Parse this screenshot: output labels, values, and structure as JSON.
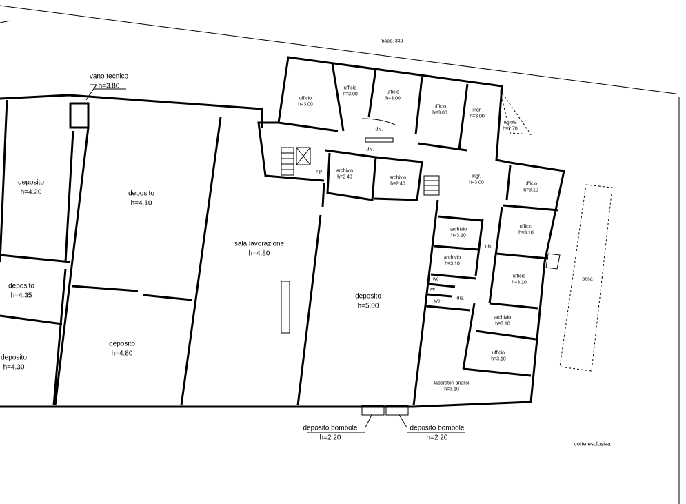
{
  "title": "mapp. 339",
  "rooms": {
    "vano_tecnico": {
      "name": "vano tecnico",
      "h": "h=3.80"
    },
    "deposito_1": {
      "name": "deposito",
      "h": "h=4.20"
    },
    "deposito_2": {
      "name": "deposito",
      "h": "h=4.10"
    },
    "sala_lavorazione": {
      "name": "sala lavorazione",
      "h": "h=4.80"
    },
    "deposito_3": {
      "name": "deposito",
      "h": "h=4.35"
    },
    "deposito_4": {
      "name": "deposito",
      "h": "h=5.00"
    },
    "deposito_5": {
      "name": "deposito",
      "h": "h=4.80"
    },
    "deposito_6": {
      "name": "deposito",
      "h": "h=4.30"
    },
    "ufficio_1": {
      "name": "ufficio",
      "h": "h=3.00"
    },
    "ufficio_2": {
      "name": "ufficio",
      "h": "h=3.00"
    },
    "ufficio_3": {
      "name": "ufficio",
      "h": "h=3.00"
    },
    "ufficio_4": {
      "name": "ufficio",
      "h": "h=3.00"
    },
    "ingr_1": {
      "name": "ingr.",
      "h": "h=3.00"
    },
    "tettoia": {
      "name": "tettoia",
      "h": "h=2.70"
    },
    "dis_1": {
      "name": "dis."
    },
    "dis_2": {
      "name": "dis."
    },
    "rip": {
      "name": "rip"
    },
    "archivio_1": {
      "name": "archivio",
      "h": "h=2 40"
    },
    "archivio_2": {
      "name": "archivio",
      "h": "h=2.40"
    },
    "ingr_2": {
      "name": "ingr.",
      "h": "h=3.00"
    },
    "ufficio_5": {
      "name": "ufficio",
      "h": "h=3.10"
    },
    "archivio_3": {
      "name": "archivio",
      "h": "h=3.10"
    },
    "ufficio_6": {
      "name": "ufficio",
      "h": "h=3.10"
    },
    "dis_3": {
      "name": "dis."
    },
    "archivio_4": {
      "name": "archivio",
      "h": "h=3.10"
    },
    "wc_1": {
      "name": "wc"
    },
    "wc_2": {
      "name": "wc"
    },
    "wc_3": {
      "name": "wc"
    },
    "dis_4": {
      "name": "dis."
    },
    "ufficio_7": {
      "name": "ufficio",
      "h": "h=3.10"
    },
    "archivio_5": {
      "name": "archivio",
      "h": "h=3 10"
    },
    "ufficio_8": {
      "name": "ufficio",
      "h": "h=3.10"
    },
    "laboratori": {
      "name": "laboratori analisi",
      "h": "h=3.10"
    },
    "pesa": {
      "name": "pesa"
    },
    "bombole_1": {
      "name": "deposito bombole",
      "h": "h=2 20"
    },
    "bombole_2": {
      "name": "deposito bombole",
      "h": "h=2 20"
    },
    "corte": {
      "name": "corte esclusiva"
    }
  }
}
